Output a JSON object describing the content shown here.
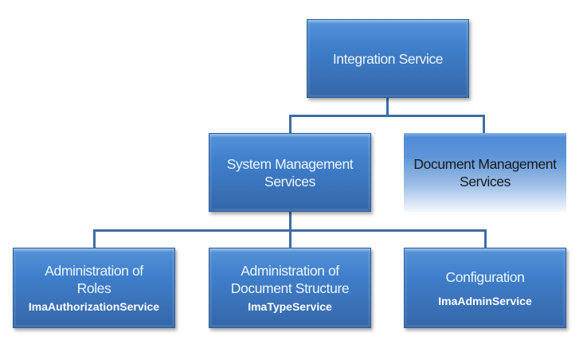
{
  "diagram": {
    "root": {
      "title": "Integration Service"
    },
    "level2": [
      {
        "title_line1": "System Management",
        "title_line2": "Services"
      },
      {
        "title_line1": "Document Management",
        "title_line2": "Services"
      }
    ],
    "level3": [
      {
        "title_line1": "Administration of",
        "title_line2": "Roles",
        "service": "ImaAuthorizationService"
      },
      {
        "title_line1": "Administration of",
        "title_line2": "Document Structure",
        "service": "ImaTypeService"
      },
      {
        "title_line1": "Configuration",
        "service": "ImaAdminService"
      }
    ],
    "colors": {
      "node": "#3f7fcb",
      "connector": "#3e6da4",
      "text": "#ffffff"
    }
  }
}
